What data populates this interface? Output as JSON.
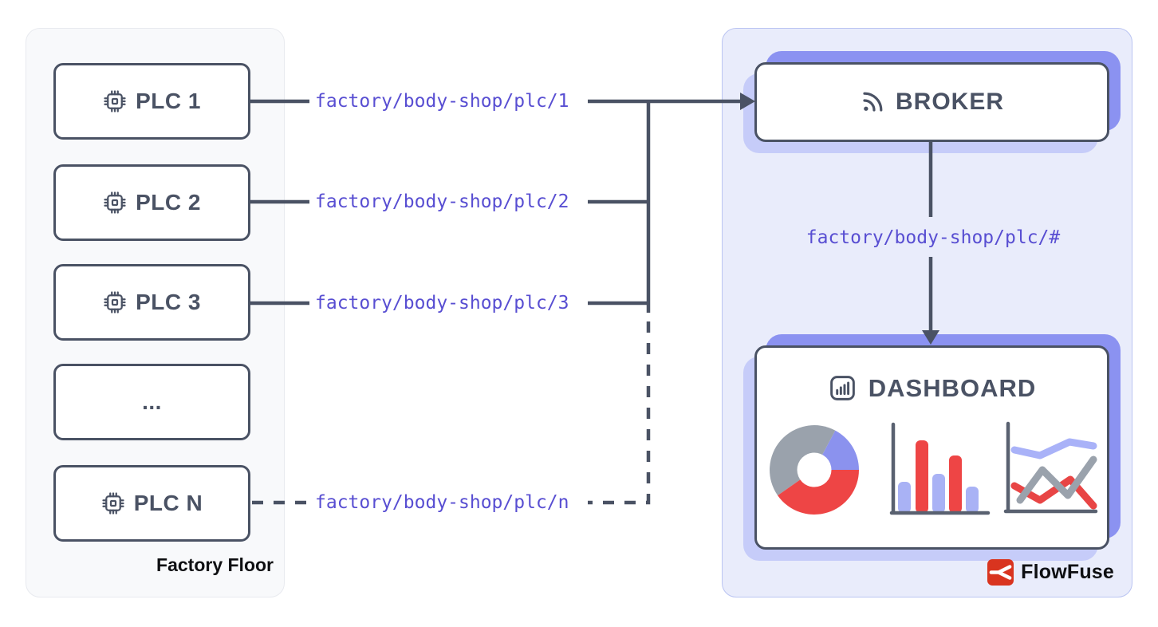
{
  "colors": {
    "slate": "#4a5264",
    "topic_purple": "#584ed2",
    "accent_purple": "#8b92f1",
    "accent_purple_light": "#c6ccf9",
    "cloud_panel_bg": "#e9ecfb",
    "factory_panel_bg": "#f8f9fb",
    "chart_red": "#ee4545",
    "chart_gray": "#9aa2ac",
    "chart_periwinkle": "#a9b2f5",
    "brand_red": "#d9341f"
  },
  "factory": {
    "caption": "Factory Floor",
    "nodes": [
      {
        "label": "PLC 1",
        "icon": "cpu-icon"
      },
      {
        "label": "PLC 2",
        "icon": "cpu-icon"
      },
      {
        "label": "PLC 3",
        "icon": "cpu-icon"
      },
      {
        "label": "...",
        "icon": ""
      },
      {
        "label": "PLC N",
        "icon": "cpu-icon"
      }
    ],
    "topics": [
      "factory/body-shop/plc/1",
      "factory/body-shop/plc/2",
      "factory/body-shop/plc/3",
      "factory/body-shop/plc/n"
    ]
  },
  "platform": {
    "broker_label": "BROKER",
    "broker_icon": "rss-icon",
    "wildcard_topic": "factory/body-shop/plc/#",
    "dashboard_label": "DASHBOARD",
    "dashboard_icon": "bar-chart-icon",
    "brand_name": "FlowFuse"
  },
  "dashboard_charts": {
    "donut": {
      "type": "pie",
      "segments": [
        {
          "color": "periwinkle",
          "percent": 17
        },
        {
          "color": "gray",
          "percent": 42
        },
        {
          "color": "red",
          "percent": 41
        }
      ]
    },
    "bars": {
      "type": "bar",
      "values": [
        39,
        91,
        49,
        72,
        33
      ],
      "bar_colors": [
        "periwinkle",
        "red",
        "periwinkle",
        "red",
        "periwinkle"
      ]
    },
    "lines": {
      "type": "line",
      "series": [
        "periwinkle",
        "gray",
        "red"
      ]
    }
  }
}
